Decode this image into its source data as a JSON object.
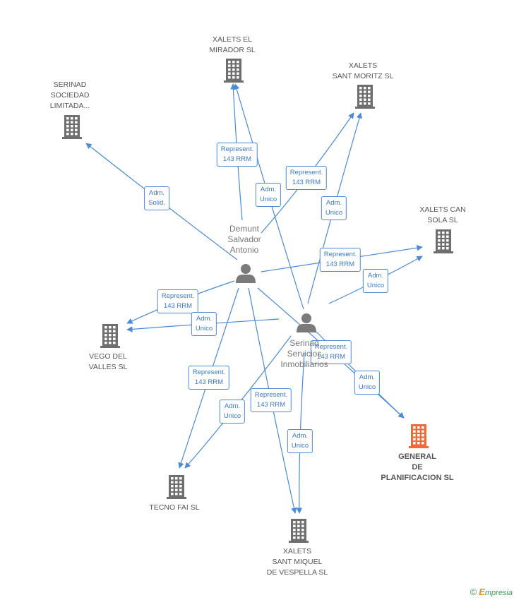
{
  "colors": {
    "edge": "#4a8ad8",
    "company": "#6e6e6e",
    "focus_company": "#ee6a3a",
    "person": "#7a7a7a"
  },
  "nodes": [
    {
      "id": "xalets_mirador",
      "type": "company",
      "label": "XALETS EL\nMIRADOR SL"
    },
    {
      "id": "xalets_moritz",
      "type": "company",
      "label": "XALETS\nSANT MORITZ SL"
    },
    {
      "id": "serinad_soc",
      "type": "company",
      "label": "SERINAD\nSOCIEDAD\nLIMITADA..."
    },
    {
      "id": "xalets_can_sola",
      "type": "company",
      "label": "XALETS CAN\nSOLA SL"
    },
    {
      "id": "vego",
      "type": "company",
      "label": "VEGO DEL\nVALLES SL"
    },
    {
      "id": "general",
      "type": "company",
      "label": "GENERAL\nDE\nPLANIFICACION SL",
      "focus": true
    },
    {
      "id": "tecno",
      "type": "company",
      "label": "TECNO FAI SL"
    },
    {
      "id": "xalets_miquel",
      "type": "company",
      "label": "XALETS\nSANT MIQUEL\nDE VESPELLA SL"
    },
    {
      "id": "demunt",
      "type": "person",
      "label": "Demunt\nSalvador\nAntonio"
    },
    {
      "id": "serinad_servicios",
      "type": "person",
      "label": "Serinad\nServicios\nInmobiliarios"
    }
  ],
  "edges": [
    {
      "from": "demunt",
      "to": "serinad_soc",
      "label": "Adm.\nSolid."
    },
    {
      "from": "demunt",
      "to": "xalets_mirador",
      "label": "Represent.\n143 RRM"
    },
    {
      "from": "serinad_servicios",
      "to": "xalets_mirador",
      "label": "Adm.\nUnico"
    },
    {
      "from": "demunt",
      "to": "xalets_moritz",
      "label": "Represent.\n143 RRM"
    },
    {
      "from": "serinad_servicios",
      "to": "xalets_moritz",
      "label": "Adm.\nUnico"
    },
    {
      "from": "demunt",
      "to": "xalets_can_sola",
      "label": "Represent.\n143 RRM"
    },
    {
      "from": "serinad_servicios",
      "to": "xalets_can_sola",
      "label": "Adm.\nUnico"
    },
    {
      "from": "demunt",
      "to": "vego",
      "label": "Represent.\n143 RRM"
    },
    {
      "from": "serinad_servicios",
      "to": "vego",
      "label": "Adm.\nUnico"
    },
    {
      "from": "demunt",
      "to": "general",
      "label": "Represent.\n143 RRM"
    },
    {
      "from": "serinad_servicios",
      "to": "general",
      "label": "Adm.\nUnico"
    },
    {
      "from": "demunt",
      "to": "tecno",
      "label": "Represent.\n143 RRM"
    },
    {
      "from": "serinad_servicios",
      "to": "tecno",
      "label": "Adm.\nUnico"
    },
    {
      "from": "demunt",
      "to": "xalets_miquel",
      "label": "Represent.\n143 RRM"
    },
    {
      "from": "serinad_servicios",
      "to": "xalets_miquel",
      "label": "Adm.\nUnico"
    }
  ],
  "brand": {
    "copyright": "©",
    "e": "E",
    "rest": "mpresia"
  }
}
